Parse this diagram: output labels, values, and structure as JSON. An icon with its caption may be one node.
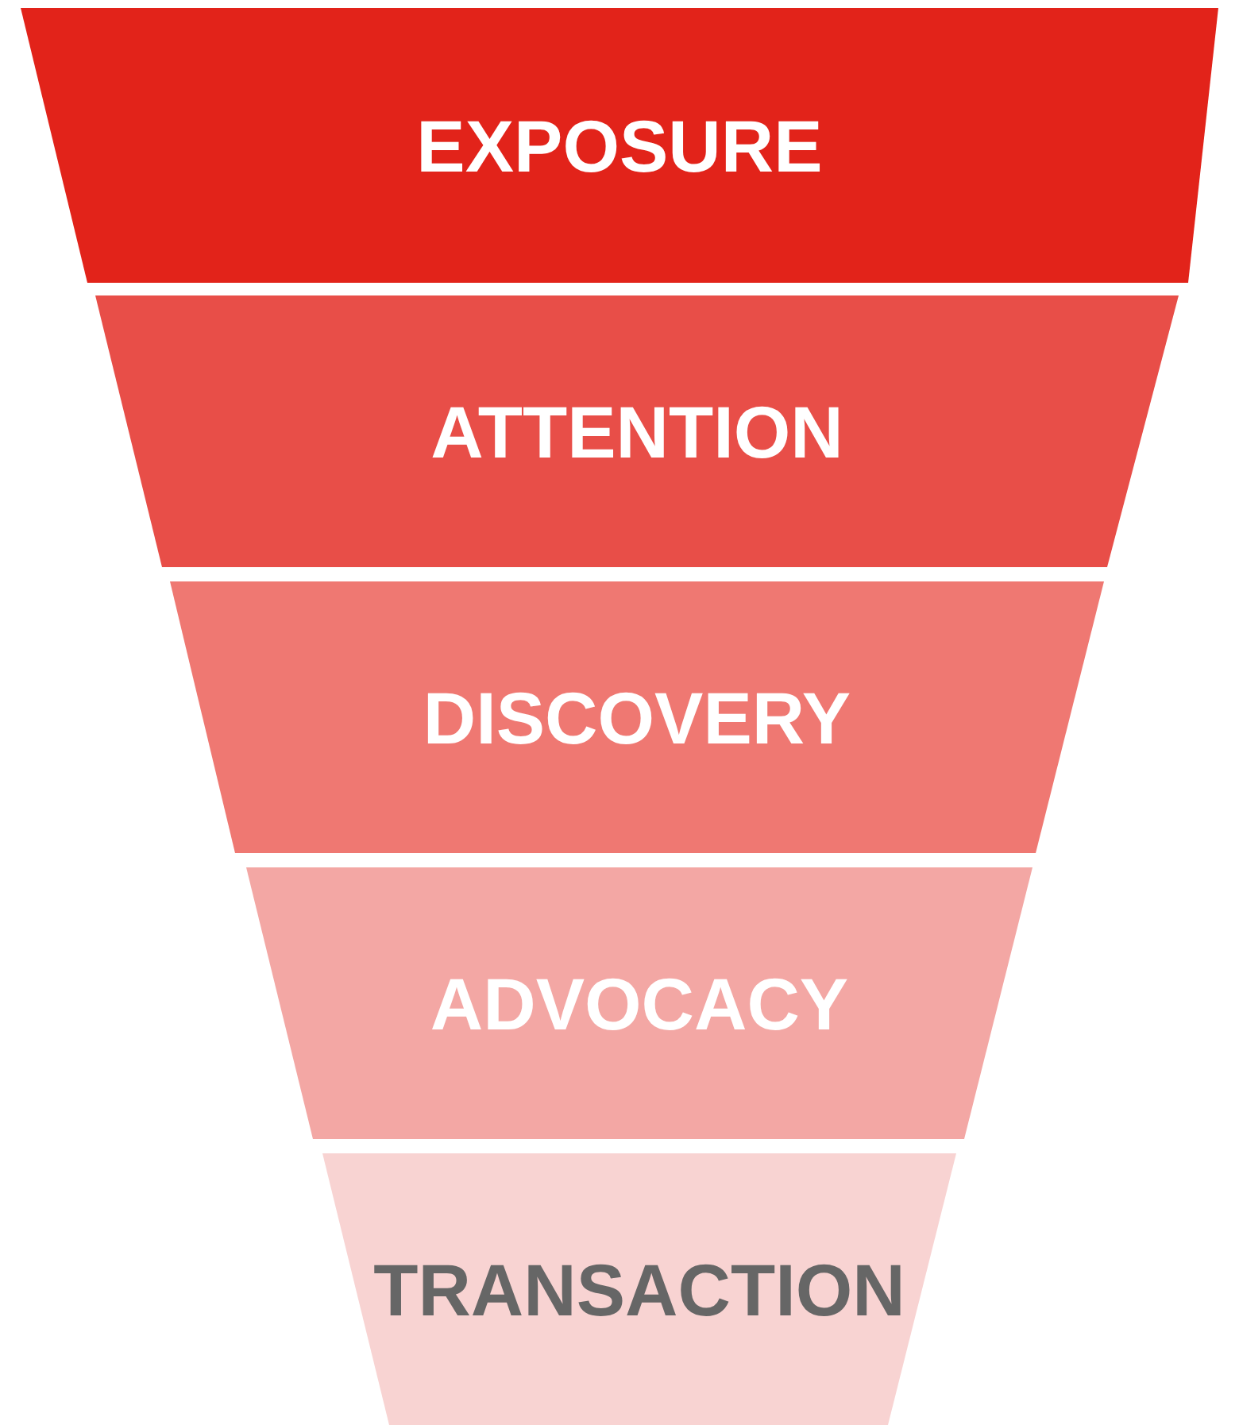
{
  "diagram": {
    "nodes": [
      {
        "text": [
          "EXPOSURE"
        ]
      },
      {
        "text": [
          "ATTENTION"
        ]
      },
      {
        "text": [
          "DISCOVERY"
        ]
      },
      {
        "text": [
          "ADVOCACY"
        ]
      },
      {
        "text": [
          "TRANSACTION"
        ]
      }
    ]
  }
}
